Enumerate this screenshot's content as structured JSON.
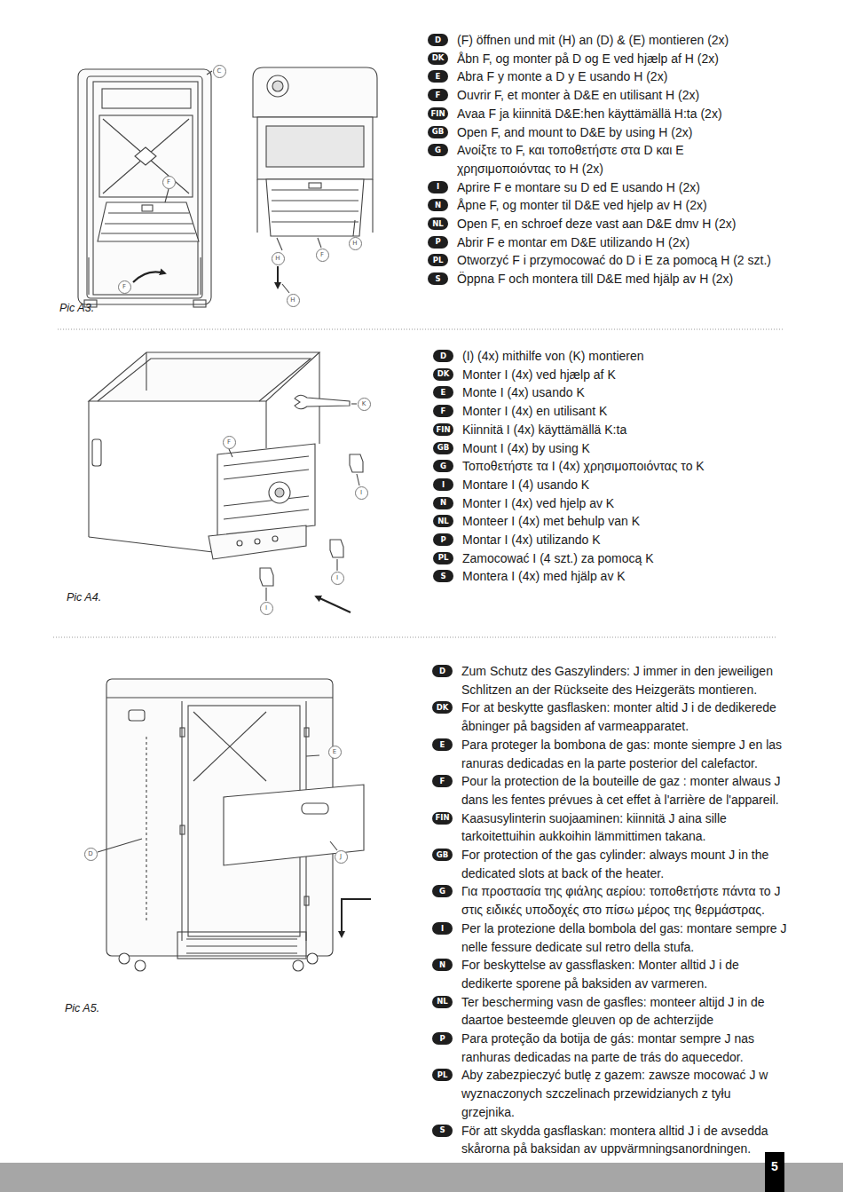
{
  "diagram": {
    "nodes": [
      {
        "text": [
          "C"
        ]
      },
      {
        "text": [
          "F"
        ]
      },
      {
        "text": [
          "F"
        ]
      },
      {
        "text": [
          "H"
        ]
      },
      {
        "text": [
          "F"
        ]
      },
      {
        "text": [
          "H"
        ]
      },
      {
        "text": [
          "H"
        ]
      },
      {
        "text": [
          "D"
        ]
      },
      {
        "text": [
          "DK"
        ]
      },
      {
        "text": [
          "E"
        ]
      },
      {
        "text": [
          "F"
        ]
      },
      {
        "text": [
          "FIN"
        ]
      },
      {
        "text": [
          "GB"
        ]
      },
      {
        "text": [
          "G"
        ]
      },
      {
        "text": [
          "I"
        ]
      },
      {
        "text": [
          "N"
        ]
      },
      {
        "text": [
          "NL"
        ]
      },
      {
        "text": [
          "P"
        ]
      },
      {
        "text": [
          "PL"
        ]
      },
      {
        "text": [
          "S"
        ]
      },
      {
        "text": [
          "K"
        ]
      },
      {
        "text": [
          "F"
        ]
      },
      {
        "text": [
          "I"
        ]
      },
      {
        "text": [
          "I"
        ]
      },
      {
        "text": [
          "I"
        ]
      },
      {
        "text": [
          "D"
        ]
      },
      {
        "text": [
          "DK"
        ]
      },
      {
        "text": [
          "E"
        ]
      },
      {
        "text": [
          "F"
        ]
      },
      {
        "text": [
          "FIN"
        ]
      },
      {
        "text": [
          "GB"
        ]
      },
      {
        "text": [
          "G"
        ]
      },
      {
        "text": [
          "I"
        ]
      },
      {
        "text": [
          "N"
        ]
      },
      {
        "text": [
          "NL"
        ]
      },
      {
        "text": [
          "P"
        ]
      },
      {
        "text": [
          "PL"
        ]
      },
      {
        "text": [
          "S"
        ]
      },
      {
        "text": [
          "E"
        ]
      },
      {
        "text": [
          "D"
        ]
      },
      {
        "text": [
          "J"
        ]
      },
      {
        "text": [
          "D"
        ]
      },
      {
        "text": [
          "DK"
        ]
      },
      {
        "text": [
          "E"
        ]
      },
      {
        "text": [
          "F"
        ]
      },
      {
        "text": [
          "FIN"
        ]
      },
      {
        "text": [
          "GB"
        ]
      },
      {
        "text": [
          "G"
        ]
      },
      {
        "text": [
          "I"
        ]
      },
      {
        "text": [
          "N"
        ]
      },
      {
        "text": [
          "NL"
        ]
      },
      {
        "text": [
          "P"
        ]
      },
      {
        "text": [
          "PL"
        ]
      },
      {
        "text": [
          "S"
        ]
      },
      {
        "text": [
          "5"
        ]
      }
    ],
    "labels": [
      "(F) öffnen und mit (H) an (D) & (E) montieren (2x)",
      "Åbn F, og monter på D og E ved hjælp af H (2x)",
      "Abra F y monte a D y E usando H (2x)",
      "Ouvrir F, et monter à D&E en utilisant H (2x)",
      "Avaa F ja kiinnitä D&E:hen käyttämällä H:ta (2x)",
      "Open F, and mount to D&E by using H (2x)",
      "Ανοίξτε το F, και τοποθετήστε στα D και E χρησιμοποιόντας το H (2x)",
      "Aprire F e montare su D ed E usando H (2x)",
      "Åpne F, og monter til D&E ved hjelp av H (2x)",
      "Open F, en schroef deze vast aan D&E dmv H (2x)",
      "Abrir F e montar em D&E utilizando H (2x)",
      "Otworzyć F i przymocować do D i E za pomocą H (2 szt.)",
      "Öppna F och montera till D&E med hjälp av H (2x)",
      "Pic A3.",
      "(I) (4x) mithilfe von (K) montieren",
      "Monter I (4x) ved hjælp af K",
      "Monte I (4x) usando K",
      "Monter I (4x) en utilisant K",
      "Kiinnitä I (4x) käyttämällä K:ta",
      "Mount I (4x) by using K",
      "Τοποθετήστε τα I (4x) χρησιμοποιόντας το K",
      "Montare I (4) usando K",
      "Monter I (4x) ved hjelp av K",
      "Monteer I (4x) met behulp van K",
      "Montar I (4x) utilizando K",
      "Zamocować I (4 szt.) za pomocą K",
      "Montera I (4x) med hjälp av K",
      "Pic A4.",
      "Zum Schutz des Gaszylinders: J immer in den jeweiligen Schlitzen an der Rückseite des Heizgeräts montieren.",
      "For at beskytte gasflasken: monter altid J i de dedikerede åbninger på bagsiden af varmeapparatet.",
      "Para proteger la bombona de gas: monte siempre J en las ranuras dedicadas en la parte posterior del calefactor.",
      "Pour la protection de la bouteille de gaz : monter alwaus J dans les fentes prévues à cet effet à l'arrière de l'appareil.",
      "Kaasusylinterin suojaaminen: kiinnitä J aina sille tarkoitettuihin aukkoihin lämmittimen takana.",
      "For protection of the gas cylinder: always mount J in the dedicated slots at back of the heater.",
      "Για προστασία της φιάλης αερίου: τοποθετήστε πάντα το J στις ειδικές υποδοχές στο πίσω μέρος της θερμάστρας.",
      "Per la protezione della bombola del gas: montare sempre J nelle fessure dedicate sul retro della stufa.",
      "For beskyttelse av gassflasken: Monter alltid J i de dedikerte sporene på baksiden av varmeren.",
      "Ter bescherming vasn de gasfles: monteer altijd J in de daartoe besteemde gleuven op de achterzijde",
      "Para proteção da botija de gás: montar sempre J nas ranhuras dedicadas na parte de trás do aquecedor.",
      "Aby zabezpieczyć butlę z gazem: zawsze mocować J w wyznaczonych szczelinach przewidzianych z tyłu grzejnika.",
      "För att skydda gasflaskan: montera alltid J i de avsedda skårorna på baksidan av uppvärmningsanordningen.",
      "Pic A5."
    ]
  }
}
